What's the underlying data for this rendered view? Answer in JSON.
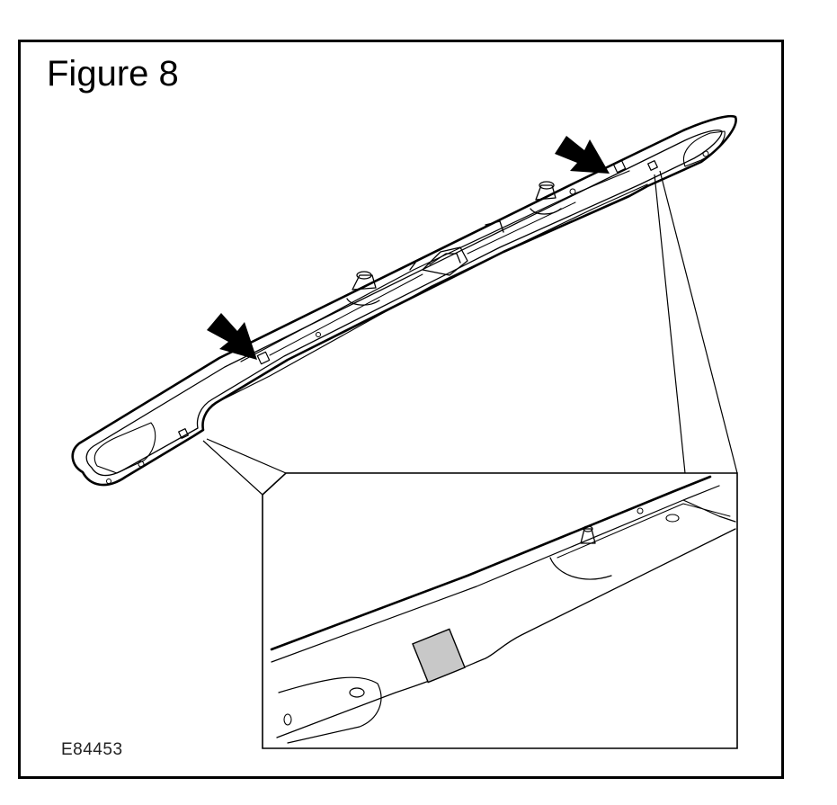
{
  "figure": {
    "title": "Figure 8",
    "reference_code": "E84453"
  },
  "colors": {
    "line": "#000000",
    "highlight": "#c8c8c8",
    "background": "#ffffff"
  },
  "callouts": [
    {
      "name": "fastener-arrow-left",
      "icon": "arrow-icon"
    },
    {
      "name": "fastener-arrow-right",
      "icon": "arrow-icon"
    }
  ]
}
